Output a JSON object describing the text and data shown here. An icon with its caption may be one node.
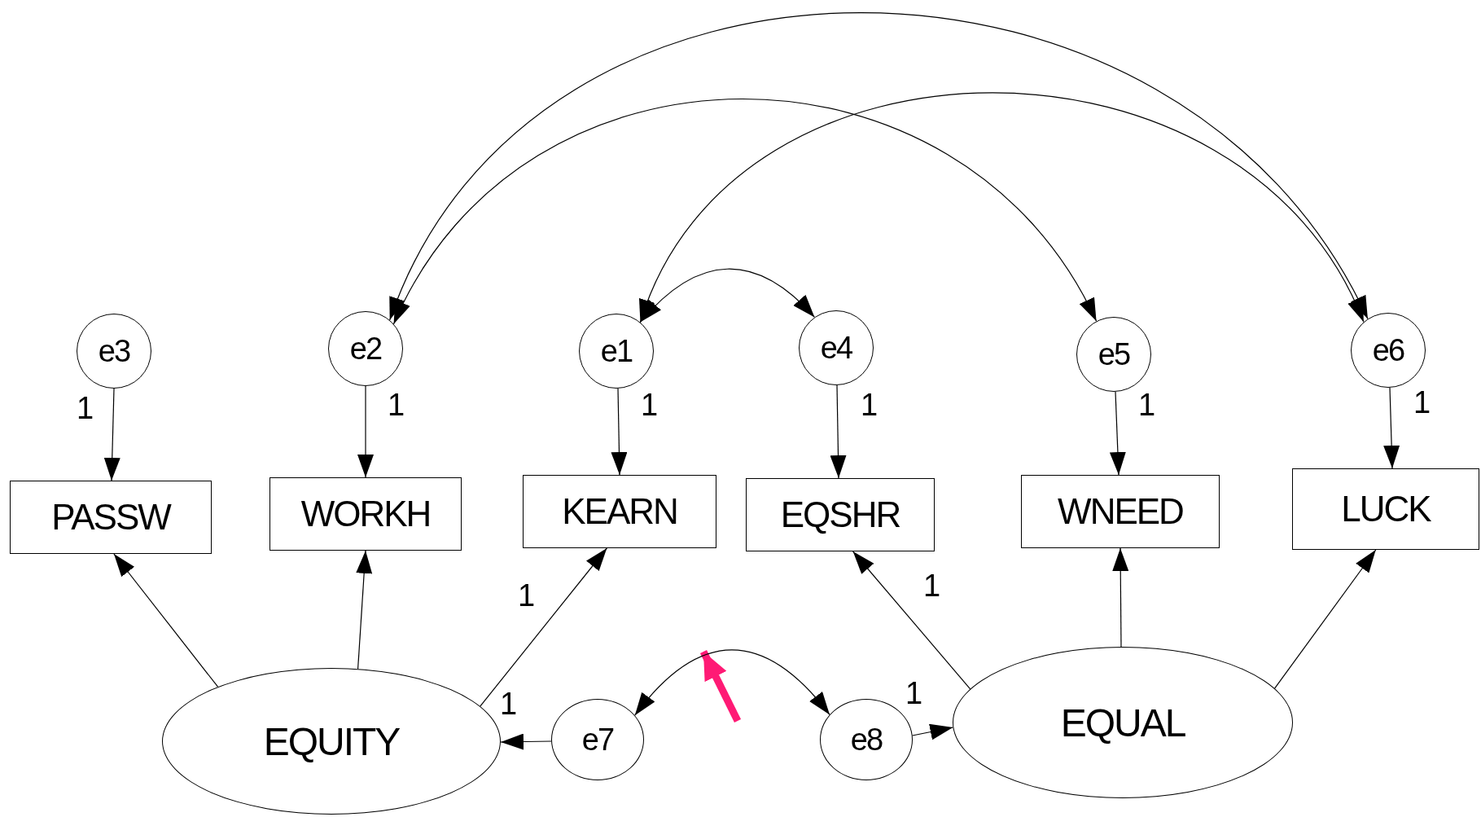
{
  "diagram": {
    "nodes": [
      {
        "text": [
          "e3"
        ]
      },
      {
        "text": [
          "e2"
        ]
      },
      {
        "text": [
          "e1"
        ]
      },
      {
        "text": [
          "e4"
        ]
      },
      {
        "text": [
          "e5"
        ]
      },
      {
        "text": [
          "e6"
        ]
      },
      {
        "text": [
          "PASSW"
        ]
      },
      {
        "text": [
          "WORKH"
        ]
      },
      {
        "text": [
          "KEARN"
        ]
      },
      {
        "text": [
          "EQSHR"
        ]
      },
      {
        "text": [
          "WNEED"
        ]
      },
      {
        "text": [
          "LUCK"
        ]
      },
      {
        "text": [
          "EQUITY"
        ]
      },
      {
        "text": [
          "e7"
        ]
      },
      {
        "text": [
          "e8"
        ]
      },
      {
        "text": [
          "EQUAL"
        ]
      }
    ],
    "edges": [
      {
        "from": 0,
        "to": 6,
        "arrow": "to",
        "label": "1"
      },
      {
        "from": 1,
        "to": 7,
        "arrow": "to",
        "label": "1"
      },
      {
        "from": 2,
        "to": 8,
        "arrow": "to",
        "label": "1"
      },
      {
        "from": 3,
        "to": 9,
        "arrow": "to",
        "label": "1"
      },
      {
        "from": 4,
        "to": 10,
        "arrow": "to",
        "label": "1"
      },
      {
        "from": 5,
        "to": 11,
        "arrow": "to",
        "label": "1"
      },
      {
        "from": 12,
        "to": 6,
        "arrow": "to"
      },
      {
        "from": 12,
        "to": 7,
        "arrow": "to"
      },
      {
        "from": 12,
        "to": 8,
        "arrow": "to",
        "label": "1"
      },
      {
        "from": 15,
        "to": 9,
        "arrow": "to",
        "label": "1"
      },
      {
        "from": 15,
        "to": 10,
        "arrow": "to"
      },
      {
        "from": 15,
        "to": 11,
        "arrow": "to"
      },
      {
        "from": 13,
        "to": 12,
        "arrow": "to",
        "label": "1"
      },
      {
        "from": 14,
        "to": 15,
        "arrow": "to",
        "label": "1"
      },
      {
        "from": 2,
        "to": 3,
        "arrow": "both"
      },
      {
        "from": 13,
        "to": 14,
        "arrow": "both"
      },
      {
        "from": 1,
        "to": 5,
        "arrow": "both"
      },
      {
        "from": 1,
        "to": 4,
        "arrow": "both"
      },
      {
        "from": 2,
        "to": 5,
        "arrow": "both"
      }
    ]
  }
}
